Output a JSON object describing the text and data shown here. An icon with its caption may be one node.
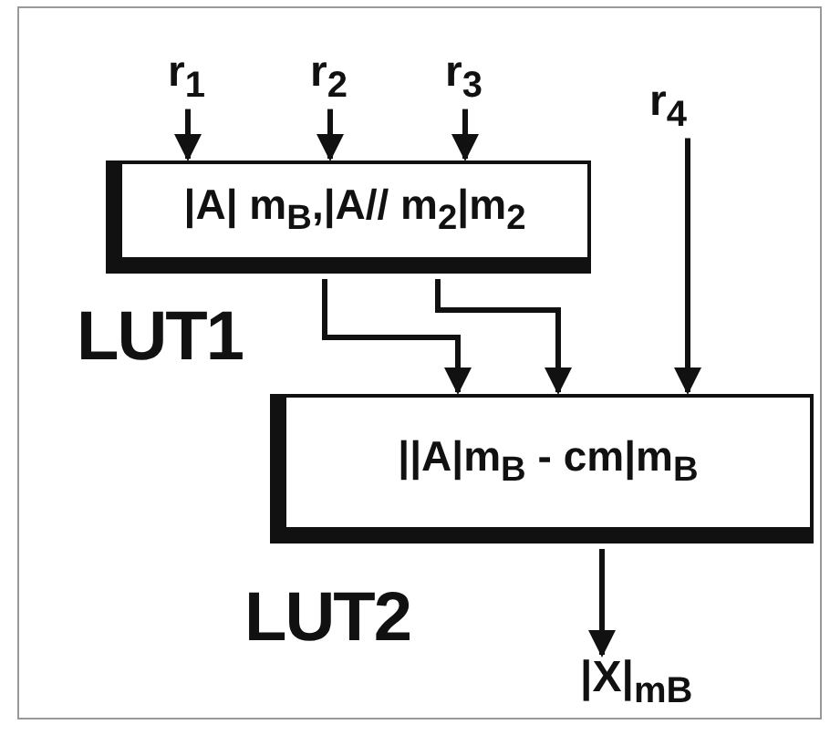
{
  "diagram": {
    "nodes": [
      {
        "text": [
          "r$_{1}$"
        ]
      },
      {
        "text": [
          "r$_{2}$"
        ]
      },
      {
        "text": [
          "r$_{3}$"
        ]
      },
      {
        "text": [
          "r$_{4}$"
        ]
      },
      {
        "text": [
          "|A| m$_{B}$,|A// m$_{2}$|m$_{2}$",
          "LUT1"
        ]
      },
      {
        "text": [
          "||A|m$_{B}$ - cm|m$_{B}$",
          "LUT2"
        ]
      },
      {
        "text": [
          "|X|$_{mB}$"
        ]
      }
    ],
    "edges": [
      {
        "from": 0,
        "to": 4,
        "arrow": "to"
      },
      {
        "from": 1,
        "to": 4,
        "arrow": "to"
      },
      {
        "from": 2,
        "to": 4,
        "arrow": "to"
      },
      {
        "from": 4,
        "to": 5,
        "arrow": "to"
      },
      {
        "from": 4,
        "to": 5,
        "arrow": "to"
      },
      {
        "from": 3,
        "to": 5,
        "arrow": "to"
      },
      {
        "from": 5,
        "to": 6,
        "arrow": "to"
      }
    ]
  }
}
